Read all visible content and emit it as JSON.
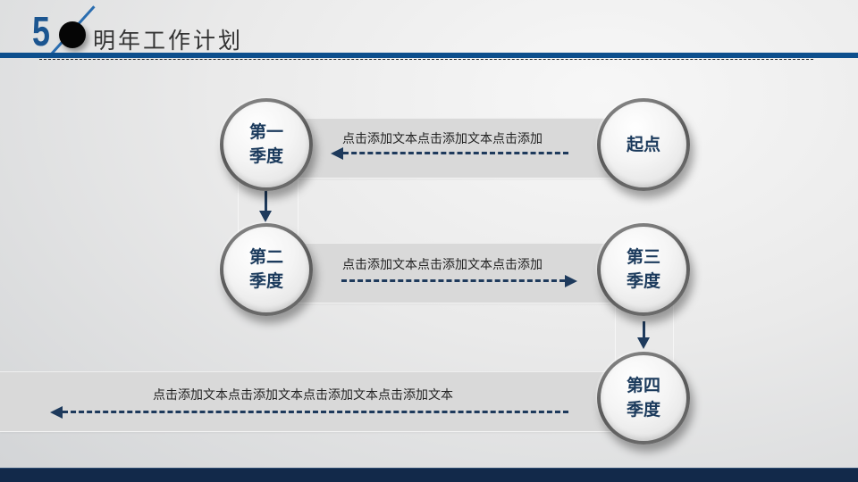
{
  "header": {
    "section_number": "5",
    "title": "明年工作计划"
  },
  "colors": {
    "accent_blue": "#0d4f8d",
    "arrow_navy": "#1e3a5c",
    "footer_navy": "#12294a",
    "node_text": "#1b3a5c"
  },
  "nodes": [
    {
      "id": "start",
      "label": "起点"
    },
    {
      "id": "q1",
      "label": "第一\n季度"
    },
    {
      "id": "q2",
      "label": "第二\n季度"
    },
    {
      "id": "q3",
      "label": "第三\n季度"
    },
    {
      "id": "q4",
      "label": "第四\n季度"
    }
  ],
  "bands": [
    {
      "from": "start",
      "to": "q1",
      "direction": "left",
      "text": "点击添加文本点击添加文本点击添加"
    },
    {
      "from": "q2",
      "to": "q3",
      "direction": "right",
      "text": "点击添加文本点击添加文本点击添加"
    },
    {
      "from": "q4",
      "to": "end",
      "direction": "left",
      "text": "点击添加文本点击添加文本点击添加文本点击添加文本"
    }
  ],
  "connectors": [
    {
      "from": "q1",
      "to": "q2",
      "direction": "down"
    },
    {
      "from": "q3",
      "to": "q4",
      "direction": "down"
    }
  ]
}
